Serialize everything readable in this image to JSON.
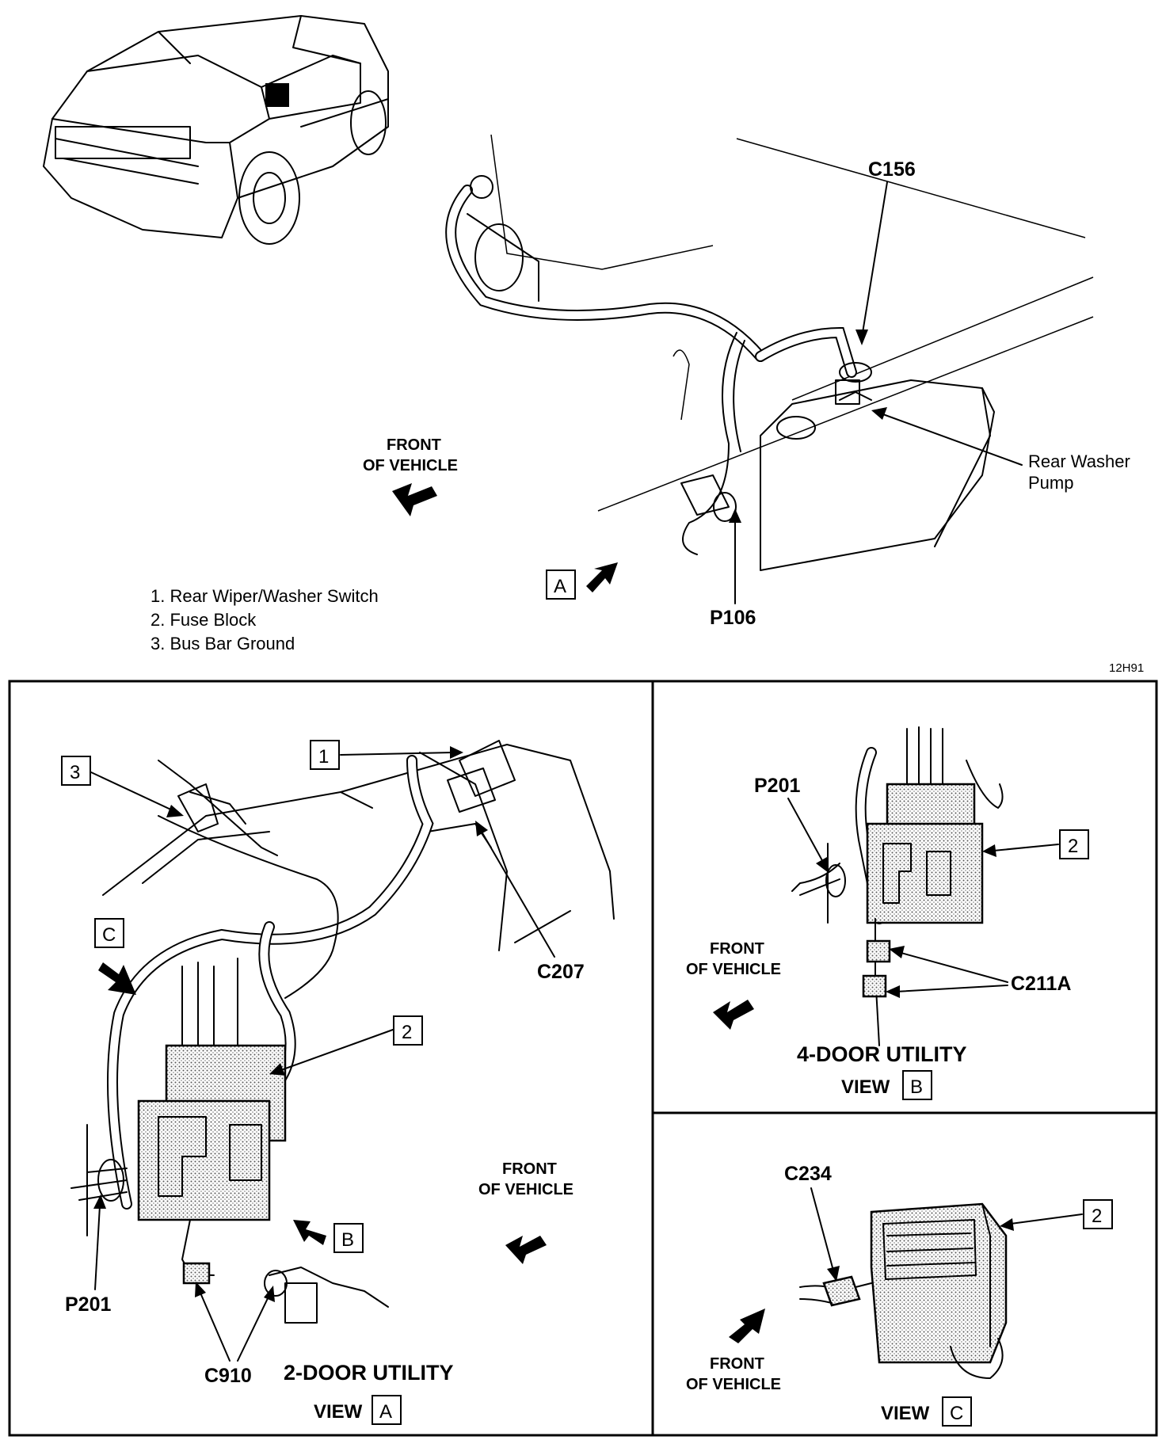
{
  "top_view": {
    "labels": {
      "c156": "C156",
      "p106": "P106",
      "rear_washer_pump_line1": "Rear Washer",
      "rear_washer_pump_line2": "Pump",
      "front_line1": "FRONT",
      "front_line2": "OF VEHICLE",
      "view_a_ref": "A"
    },
    "legend": [
      "1.  Rear Wiper/Washer Switch",
      "2.  Fuse Block",
      "3.  Bus Bar Ground"
    ],
    "figure_code": "12H91"
  },
  "view_a": {
    "title": "2-DOOR UTILITY",
    "view_label": "VIEW",
    "view_letter": "A",
    "callouts": {
      "one": "1",
      "two": "2",
      "three": "3",
      "c_ref": "C",
      "b_ref": "B"
    },
    "labels": {
      "c207": "C207",
      "p201": "P201",
      "c910": "C910",
      "front_line1": "FRONT",
      "front_line2": "OF VEHICLE"
    }
  },
  "view_b": {
    "title": "4-DOOR UTILITY",
    "view_label": "VIEW",
    "view_letter": "B",
    "callouts": {
      "two": "2"
    },
    "labels": {
      "p201": "P201",
      "c211a": "C211A",
      "front_line1": "FRONT",
      "front_line2": "OF VEHICLE"
    }
  },
  "view_c": {
    "view_label": "VIEW",
    "view_letter": "C",
    "callouts": {
      "two": "2"
    },
    "labels": {
      "c234": "C234",
      "front_line1": "FRONT",
      "front_line2": "OF VEHICLE"
    }
  }
}
